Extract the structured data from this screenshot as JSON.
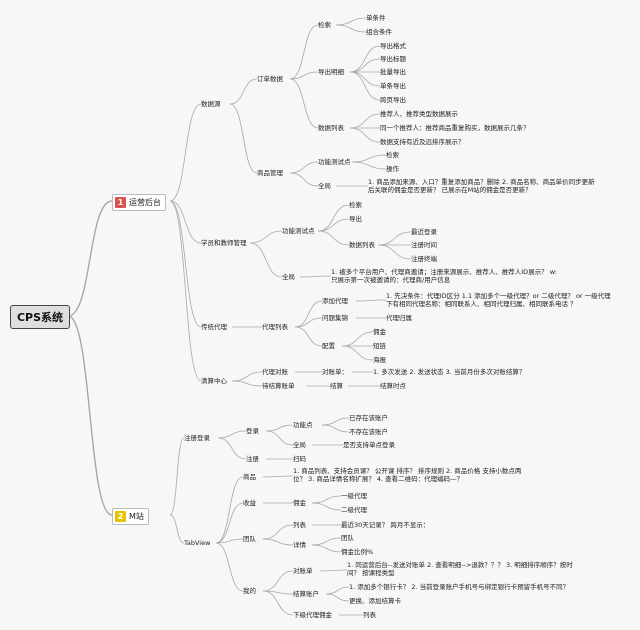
{
  "root": "CPS系统",
  "branch1": {
    "num": "1",
    "label": "运营后台"
  },
  "branch2": {
    "num": "2",
    "label": "M站"
  },
  "t": {
    "n1": "数据源",
    "n2": "订单数据",
    "n3": "检索",
    "n4": "单条件",
    "n5": "组合条件",
    "n6": "导出明细",
    "n7": "导出格式",
    "n8": "导出标题",
    "n9": "批量导出",
    "n10": "单条导出",
    "n11": "跨页导出",
    "n12": "数据列表",
    "n13": "推荐人、推荐类型数据展示",
    "n14": "同一个推荐人：推荐商品重复购买，数据展示几条？",
    "n15": "数据支持有近及远排序展示？",
    "n16": "商品管理",
    "n17": "功能测试点",
    "n18": "检索",
    "n19": "操作",
    "n20": "全局",
    "n21": "1. 商品添加来源、入口？重复添加商品？删除 2. 商品名称、商品单价同步更新后关联的佣金是否更新？ 已展示在M站的佣金是否更新？",
    "n22": "学员和教师管理",
    "n23": "功能测试点",
    "n24": "检索",
    "n25": "导出",
    "n26": "数据列表",
    "n27": "最近登录",
    "n28": "注册时间",
    "n29": "注册终端",
    "n30": "全局",
    "n31": "1. 被多个平台用户、代理商邀请；注册来源展示、推荐人、推荐人ID展示？ w: 只展示第一次被邀请的：代理商/用户信息",
    "n32": "传统代理",
    "n33": "代理列表",
    "n34": "添加代理",
    "n35": "1. 先决条件：代理ID区分 1.1 添加多个一级代理？or 二级代理？ or 一级代理下有相同代理名称：相同联系人、相同代理归属、相同联系电话 ？",
    "n36": "问题集锦",
    "n37": "代理归属",
    "n38": "配置",
    "n39": "佣金",
    "n40": "短链",
    "n41": "海报",
    "n42": "清算中心",
    "n43": "代理对账",
    "n44": "对账单：",
    "n45": "1. 多次发送 2. 发送状态 3. 当前月份多次对账结算？",
    "n46": "待结算账单",
    "n47": "结算",
    "n48": "结算时点",
    "n49": "注册登录",
    "n50": "登录",
    "n51": "功能点",
    "n52": "已存在该账户",
    "n53": "不存在该账户",
    "n54": "全局",
    "n55": "是否支持单点登录",
    "n56": "注册",
    "n57": "扫码",
    "n58": "TabView",
    "n59": "商品",
    "n60": "1. 商品列表、支持会员课？ 公开课 排序？ 排序规则 2. 商品价格 支持小数点两位？ 3. 商品详情名称扩展？ 4. 查看二维码：代理编码—？",
    "n61": "收益",
    "n62": "佣金",
    "n63": "一级代理",
    "n64": "二级代理",
    "n65": "团队",
    "n66": "列表",
    "n67": "最近30天记录？ 跨月不显示：",
    "n68": "详情",
    "n69": "团队",
    "n70": "佣金比例%",
    "n71": "我的",
    "n72": "对账单",
    "n73": "1. 同运营后台--发送对账单 2. 查看明细-->退款？？？ 3. 明细排序顺序？按时间？ 按课程类型",
    "n74": "结算账户",
    "n75": "1. 添加多个银行卡？ 2. 当前登录账户手机号与绑定银行卡预留手机号不同？",
    "n76": "更换、添加结算卡",
    "n77": "下级代理佣金",
    "n78": "列表"
  },
  "line_color": "#a8a8a8"
}
